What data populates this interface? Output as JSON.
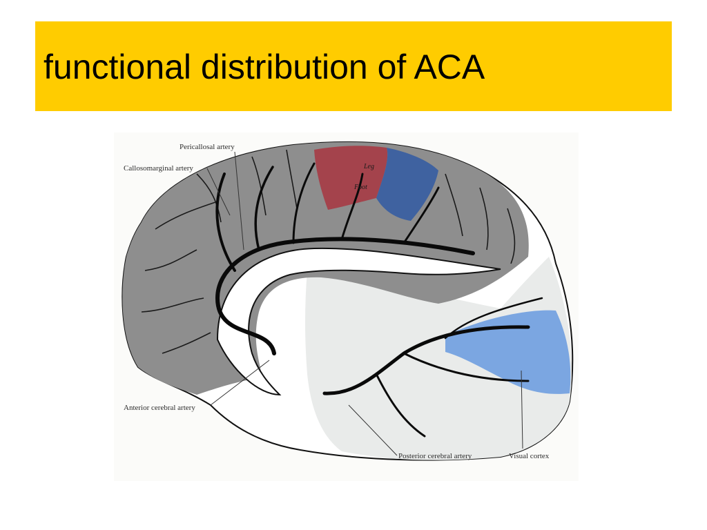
{
  "slide": {
    "title": "functional distribution of ACA"
  },
  "figure": {
    "labels": {
      "pericallosal": "Pericallosal artery",
      "callosomarginal": "Callosomarginal artery",
      "anterior": "Anterior cerebral artery",
      "posterior": "Posterior cerebral artery",
      "visual": "Visual cortex"
    },
    "region_letters": {
      "leg": "Leg",
      "foot": "Foot"
    },
    "colors": {
      "title_bar": "#ffcc00",
      "aca_territory": "#8e8e8e",
      "leg_area": "#a4434c",
      "foot_area": "#3f62a0",
      "visual_cortex": "#6f9ee0",
      "pca_territory": "#e9ebea"
    }
  }
}
